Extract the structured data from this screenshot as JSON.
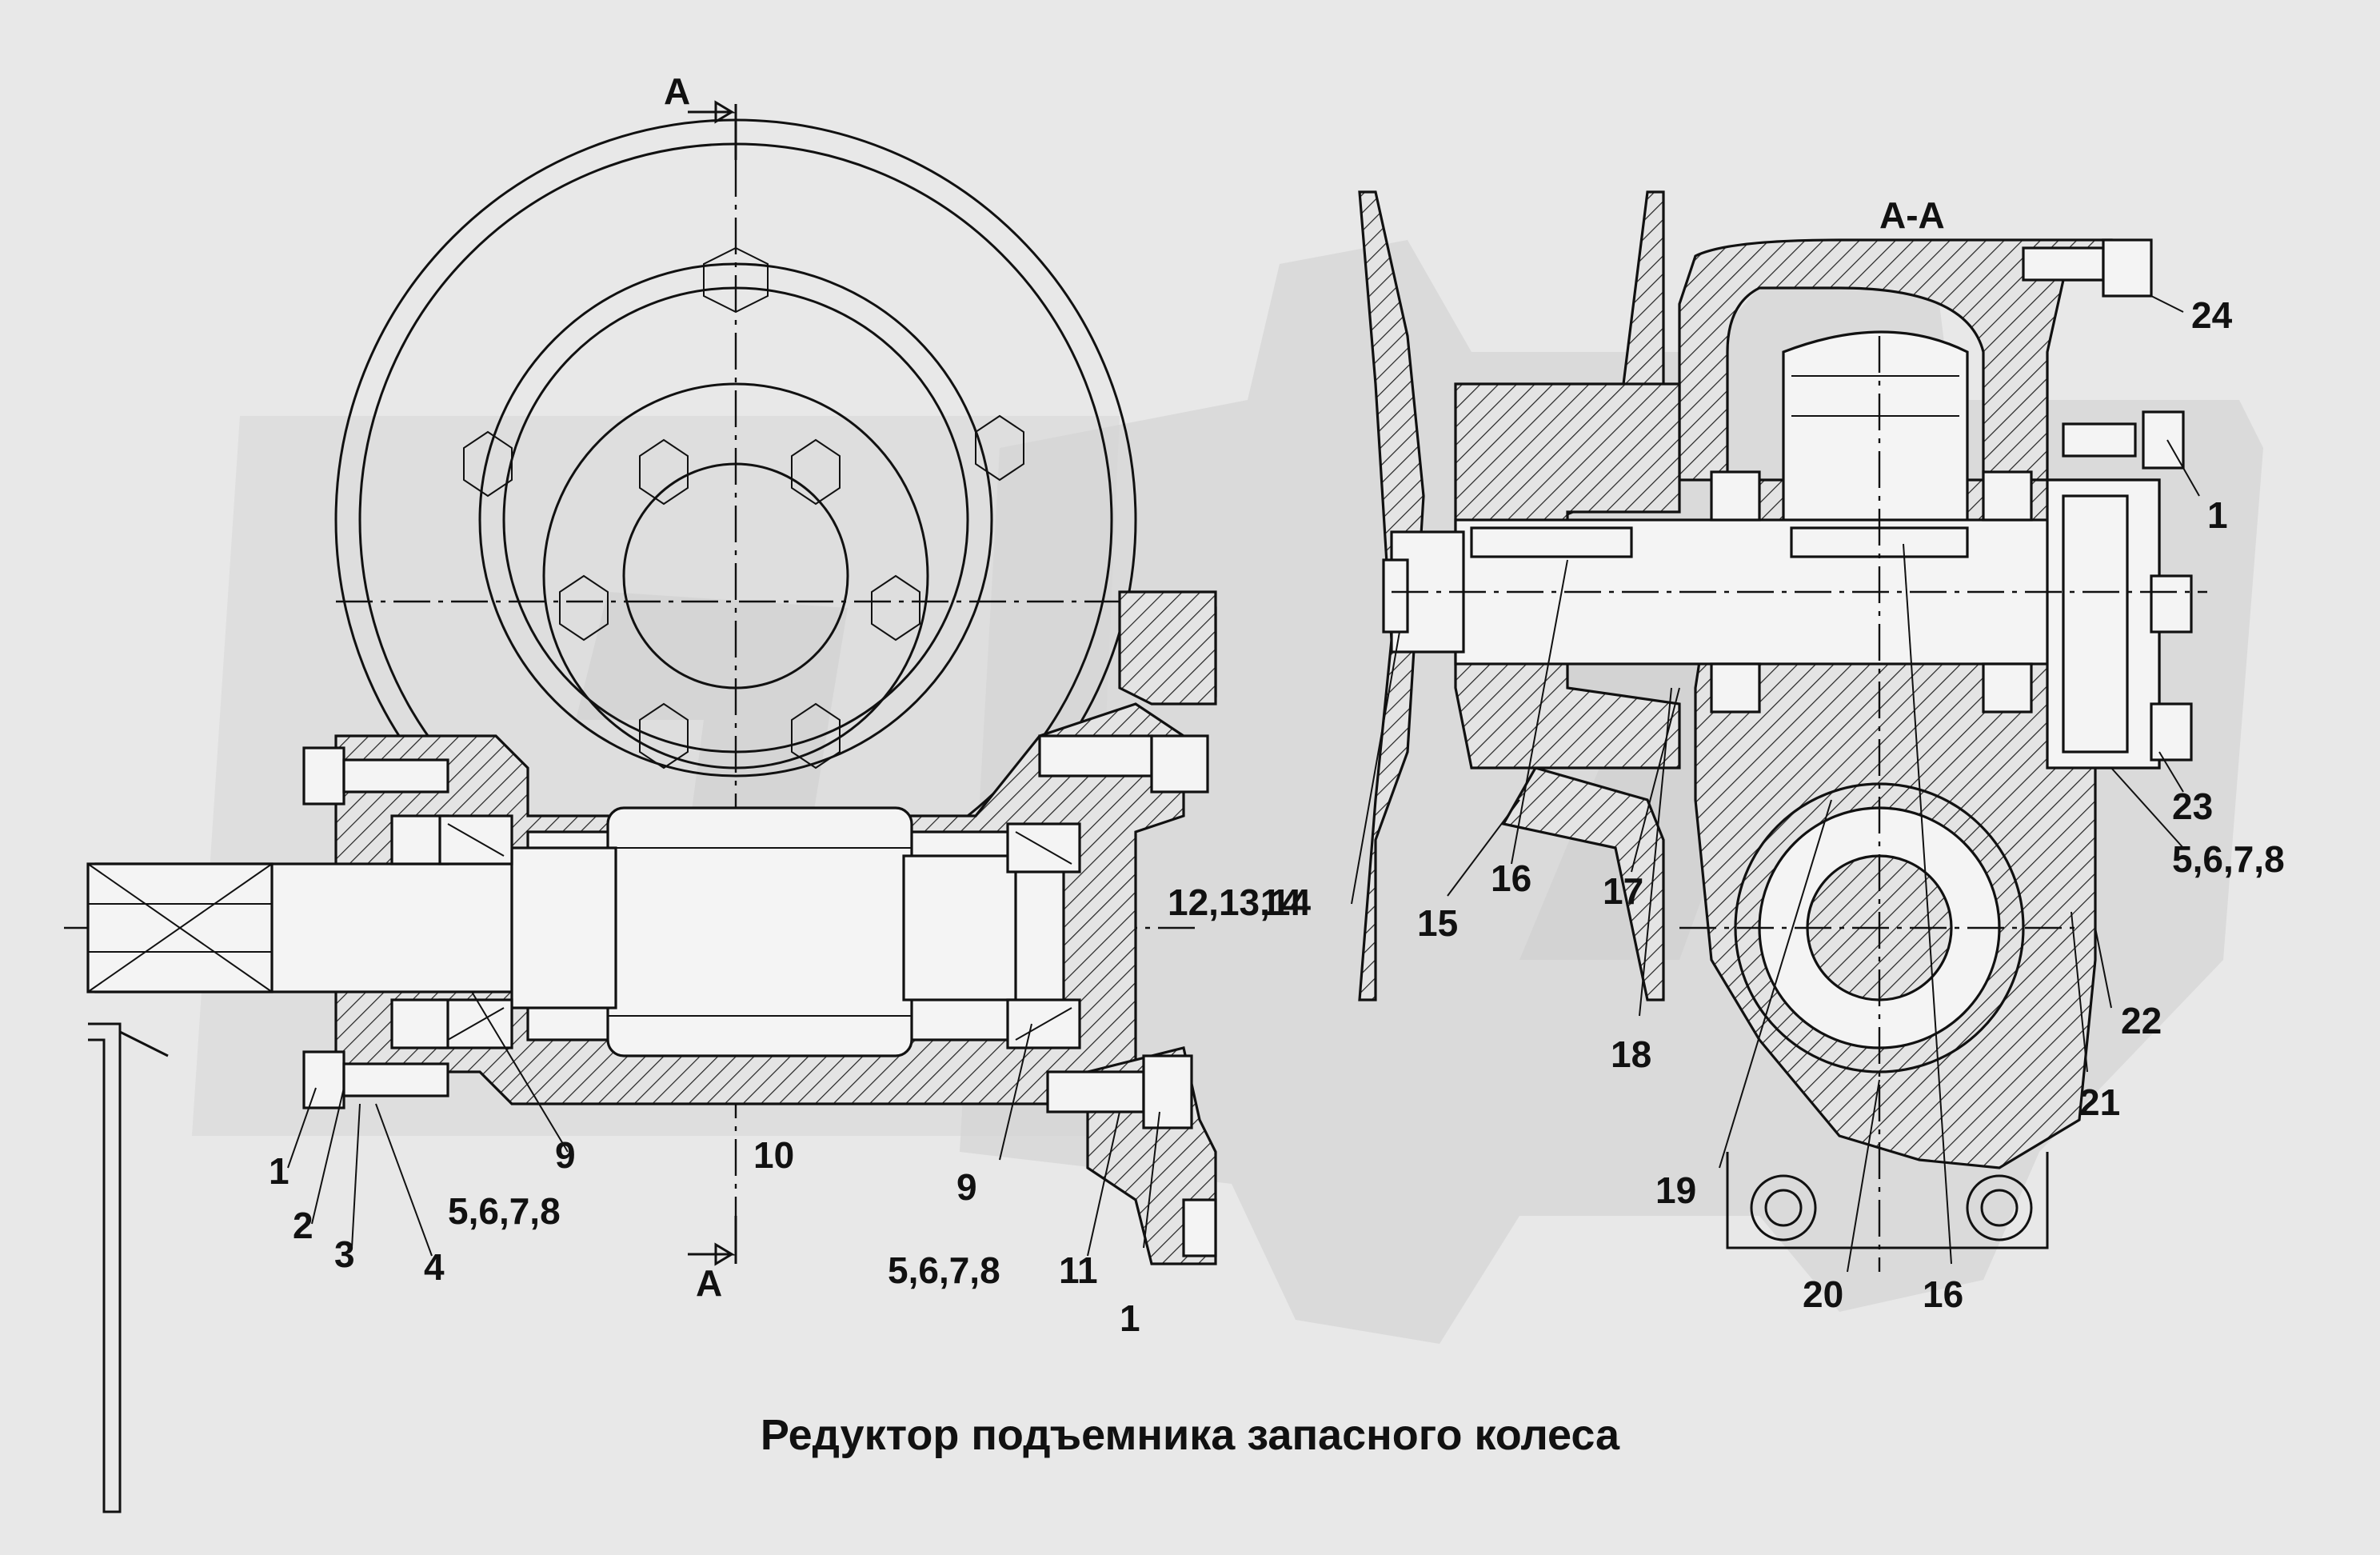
{
  "caption": "Редуктор подъемника запасного колеса",
  "section": {
    "label_a_top": "A",
    "label_a_bottom": "A",
    "label_aa": "A-A"
  },
  "callouts": {
    "c1a": "1",
    "c2": "2",
    "c3": "3",
    "c4": "4",
    "c5678a": "5,6,7,8",
    "c9a": "9",
    "c10": "10",
    "c9b": "9",
    "c5678b": "5,6,7,8",
    "c11": "11",
    "c1b": "1",
    "c121314": "12,13,14",
    "c14": "14",
    "c15": "15",
    "c16a": "16",
    "c17": "17",
    "c18": "18",
    "c19": "19",
    "c20": "20",
    "c16b": "16",
    "c21": "21",
    "c22": "22",
    "c23": "23",
    "c5678c": "5,6,7,8",
    "c1c": "1",
    "c24": "24"
  },
  "colors": {
    "background": "#e8e8e8",
    "watermark": "#d6d6d6",
    "ink": "#111111"
  }
}
